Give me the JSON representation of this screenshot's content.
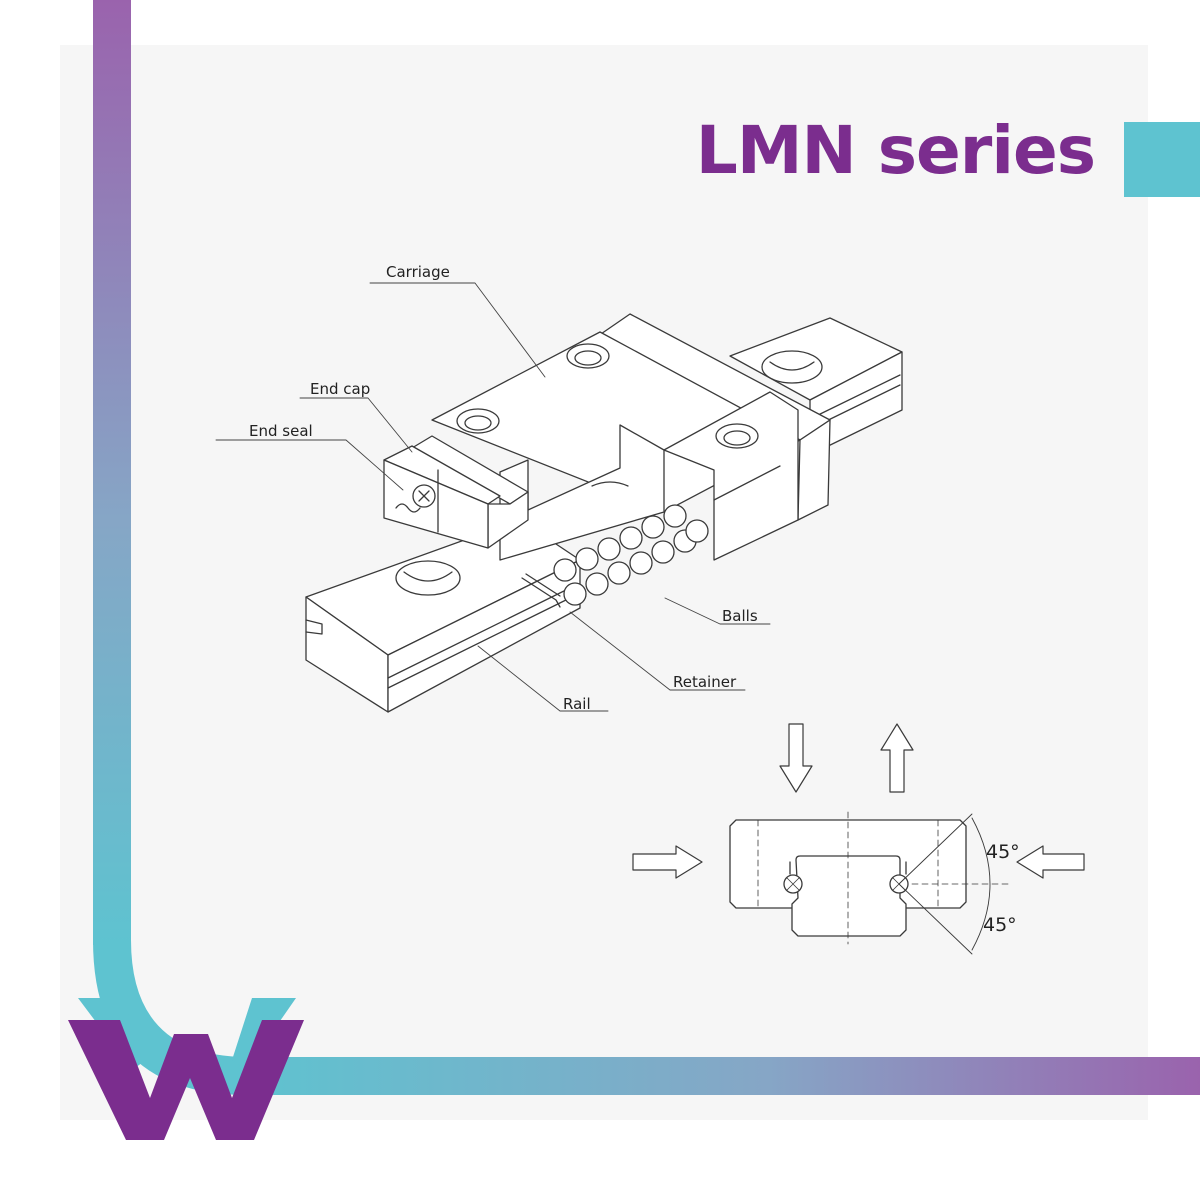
{
  "title": "LMN series",
  "colors": {
    "brand_purple": "#7b2d8e",
    "accent_teal": "#5ec3d0"
  },
  "diagram": {
    "labels": {
      "carriage": "Carriage",
      "end_cap": "End cap",
      "end_seal": "End seal",
      "balls": "Balls",
      "retainer": "Retainer",
      "rail": "Rail"
    },
    "angles": {
      "upper": "45°",
      "lower": "45°"
    }
  },
  "logo": {
    "letter": "W"
  }
}
